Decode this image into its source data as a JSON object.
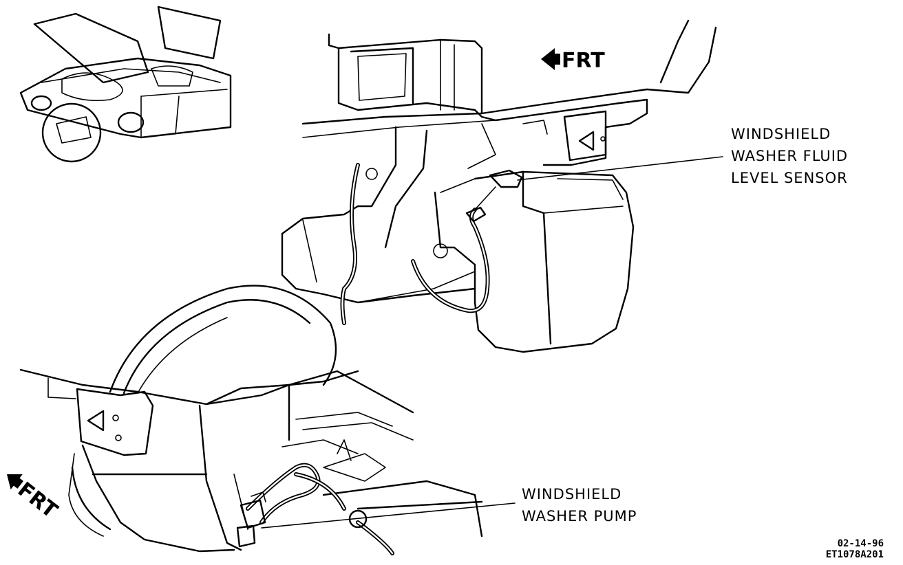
{
  "diagram": {
    "labels": {
      "fluid_level_sensor": [
        "WINDSHIELD",
        "WASHER FLUID",
        "LEVEL SENSOR"
      ],
      "washer_pump": [
        "WINDSHIELD",
        "WASHER PUMP"
      ]
    },
    "front_arrow_text": "FRT",
    "front_arrow_text_lower": "FRT",
    "figure_date": "02-14-96",
    "figure_code": "ET1078A201"
  }
}
